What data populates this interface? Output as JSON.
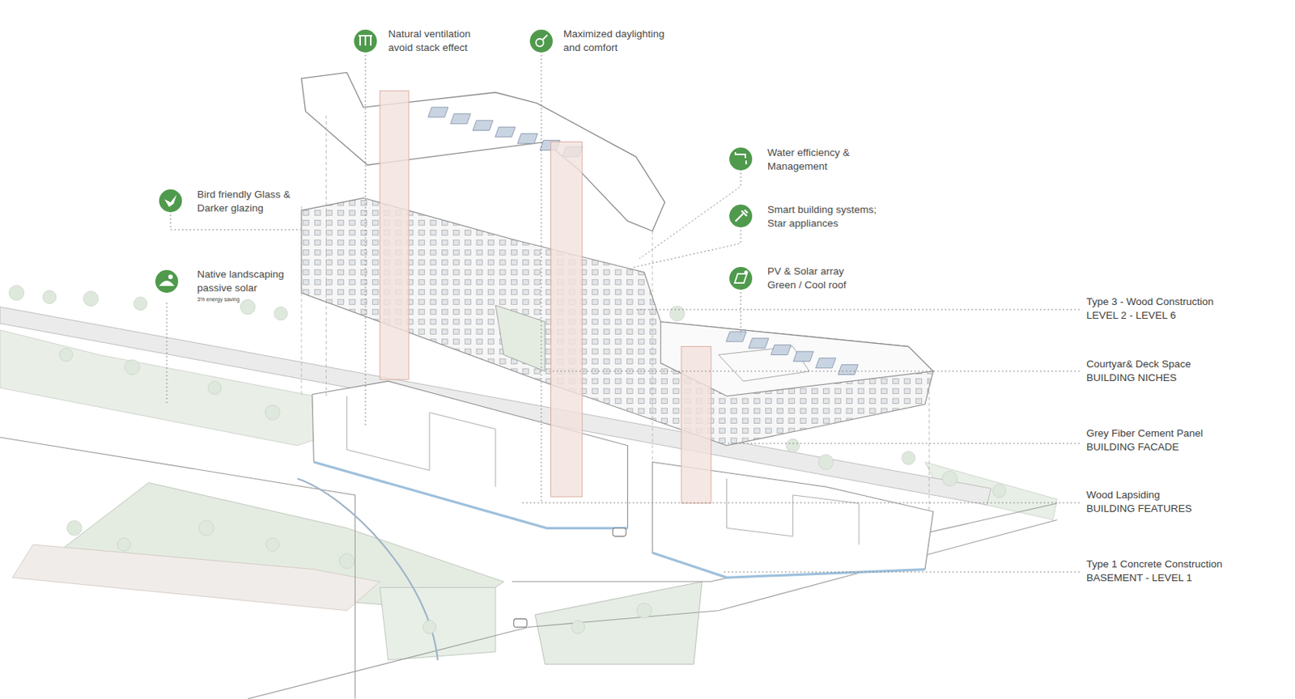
{
  "diagram": {
    "labels": [
      "Natural ventilation avoid stack effect",
      "Maximized daylighting and comfort",
      "Water efficiency & Management",
      "Bird friendly Glass & Darker glazing",
      "Smart building systems; Star appliances",
      "Native landscaping passive solar",
      "3% energy saving",
      "PV & Solar array Green / Cool roof",
      "Type 3 - Wood Construction",
      "LEVEL 2 - LEVEL 6",
      "Courtyar& Deck Space",
      "BUILDING NICHES",
      "Grey Fiber Cement Panel",
      "BUILDING FACADE",
      "Wood Lapsiding",
      "BUILDING FEATURES",
      "Type 1 Concrete Construction",
      "BASEMENT - LEVEL 1"
    ]
  }
}
